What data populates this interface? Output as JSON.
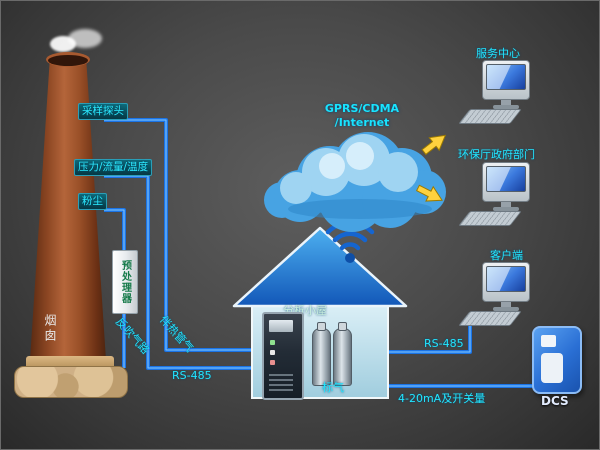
{
  "chimney": {
    "label": "烟囱"
  },
  "sensors": {
    "probe": "采样探头",
    "pft": "压力/流量/温度",
    "dust": "粉尘",
    "preprocessor": "预处理器"
  },
  "pipes": {
    "backflush": "反吹气路",
    "heated_line": "伴热管气",
    "rs485_left": "RS-485"
  },
  "house": {
    "name": "分析小屋",
    "standard_gas": "标气"
  },
  "cloud": {
    "line1": "GPRS/CDMA",
    "line2": "/Internet"
  },
  "stations": [
    {
      "label": "服务中心"
    },
    {
      "label": "环保厅政府部门"
    },
    {
      "label": "客户端"
    }
  ],
  "links": {
    "rs485_right": "RS-485",
    "analog": "4-20mA及开关量"
  },
  "dcs": {
    "label": "DCS"
  },
  "colors": {
    "label_cyan": "#22e6ff",
    "pipe_blue": "#1b74e6",
    "arrow_yellow": "#ffd23e",
    "cloud_blue": "#47a3e3",
    "roof_blue": "#1f74cc",
    "chimney_brown": "#8a4522"
  }
}
